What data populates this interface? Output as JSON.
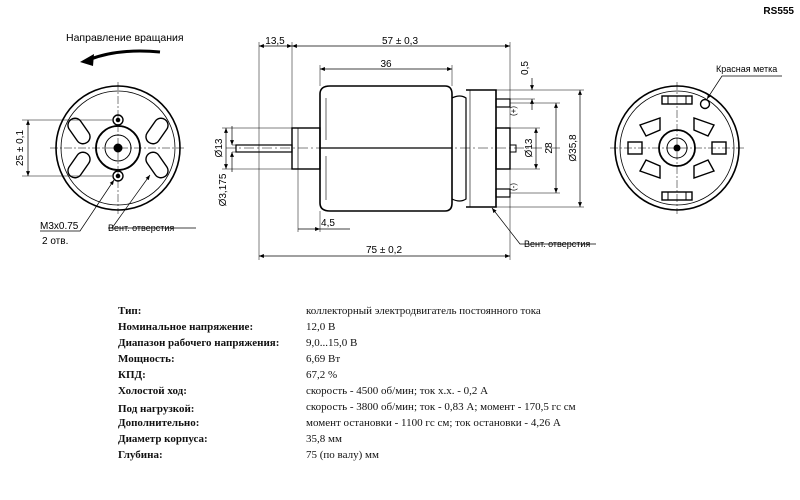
{
  "model": "RS555",
  "labels": {
    "rotation": "Направление вращания",
    "red_mark": "Красная метка",
    "vent_holes_left": "Вент. отверстия",
    "vent_holes_right": "Вент. отверстия",
    "screw": "M3x0.75",
    "screw_count": "2 отв.",
    "plus": "(+)",
    "minus": "(-)"
  },
  "dimensions": {
    "d13_5": "13,5",
    "d57": "57 ± 0,3",
    "d36": "36",
    "d0_5": "0,5",
    "d4_5": "4,5",
    "d75": "75 ± 0,2",
    "d25": "25 ± 0,1",
    "d13_left": "Ø13",
    "d3_175": "Ø3,175",
    "d13_right": "Ø13",
    "d28": "28",
    "d35_8": "Ø35,8"
  },
  "specs": [
    {
      "key": "Тип:",
      "value": "коллекторный электродвигатель постоянного тока"
    },
    {
      "key": "Номинальное напряжение:",
      "value": "12,0 В"
    },
    {
      "key": "Диапазон рабочего напряжения:",
      "value": "9,0...15,0 В"
    },
    {
      "key": "Мощность:",
      "value": "6,69 Вт"
    },
    {
      "key": "КПД:",
      "value": "67,2 %"
    },
    {
      "key": "Холостой ход:",
      "value": "скорость - 4500 об/мин; ток х.х. - 0,2 А"
    },
    {
      "key": "Под нагрузкой:",
      "value": "скорость - 3800 об/мин; ток - 0,83 А; момент - 170,5 гс см"
    },
    {
      "key": "Дополнительно:",
      "value": "момент остановки - 1100 гс см; ток остановки - 4,26 А"
    },
    {
      "key": "Диаметр корпуса:",
      "value": "35,8 мм"
    },
    {
      "key": "Глубина:",
      "value": "75 (по валу) мм"
    }
  ]
}
